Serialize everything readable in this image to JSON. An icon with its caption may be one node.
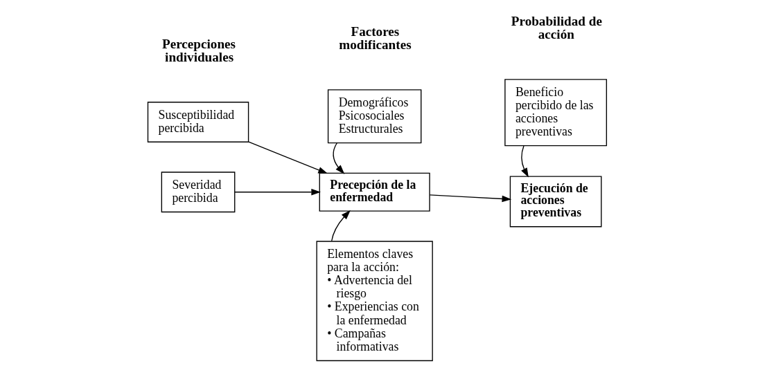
{
  "diagram": {
    "nodes": [
      {
        "text": [
          "Susceptibilidad percibida"
        ]
      },
      {
        "text": [
          "Severidad percibida"
        ]
      },
      {
        "text": [
          "Demográficos",
          "Psicosociales",
          "Estructurales"
        ]
      },
      {
        "text": [
          "Precepción de la enfermedad"
        ]
      },
      {
        "text": [
          "Elementos claves para la acción:",
          "• Advertencia del riesgo",
          "• Experiencias con la enfermedad",
          "• Campañas informativas"
        ]
      },
      {
        "text": [
          "Beneficio percibido de las acciones preventivas"
        ]
      },
      {
        "text": [
          "Ejecución de acciones preventivas"
        ]
      }
    ],
    "edges": [
      {
        "from": 0,
        "to": 3,
        "arrow": "to"
      },
      {
        "from": 1,
        "to": 3,
        "arrow": "to"
      },
      {
        "from": 2,
        "to": 3,
        "arrow": "to"
      },
      {
        "from": 4,
        "to": 3,
        "arrow": "to"
      },
      {
        "from": 3,
        "to": 6,
        "arrow": "to"
      },
      {
        "from": 5,
        "to": 6,
        "arrow": "to"
      }
    ],
    "labels": [
      "Percepciones individuales",
      "Factores modificantes",
      "Probabilidad de acción"
    ]
  }
}
